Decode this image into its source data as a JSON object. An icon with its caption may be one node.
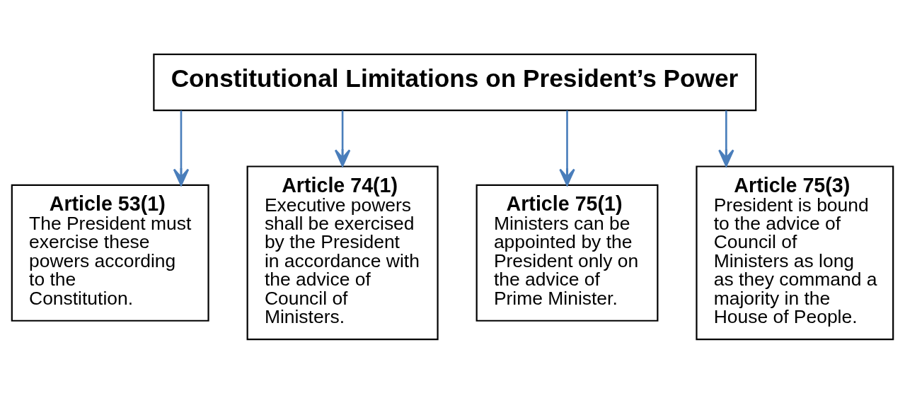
{
  "diagram": {
    "nodes": [
      {
        "text": [
          "Constitutional Limitations on President’s Power"
        ]
      },
      {
        "text": [
          "Article 53(1)",
          "The President must exercise these powers according to the Constitution."
        ]
      },
      {
        "text": [
          "Article 74(1)",
          "Executive powers shall be exercised by the President in accordance with the advice of Council of Ministers."
        ]
      },
      {
        "text": [
          "Article 75(1)",
          "Ministers can be appointed by the President only on the advice of Prime Minister."
        ]
      },
      {
        "text": [
          "Article 75(3)",
          "President is bound to the advice of Council of Ministers as long as they command a majority in the House of People."
        ]
      }
    ],
    "edges": [
      {
        "from": 0,
        "to": 1,
        "arrow": "to"
      },
      {
        "from": 0,
        "to": 2,
        "arrow": "to"
      },
      {
        "from": 0,
        "to": 3,
        "arrow": "to"
      },
      {
        "from": 0,
        "to": 4,
        "arrow": "to"
      }
    ]
  }
}
